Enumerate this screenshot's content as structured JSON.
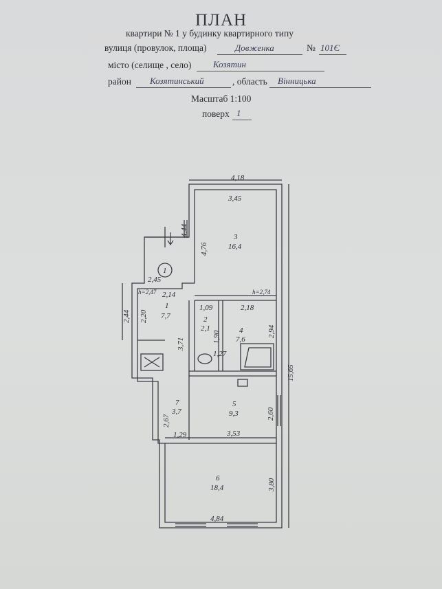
{
  "header": {
    "title": "ПЛАН",
    "line1": "квартири № 1 у будинку квартирного типу",
    "street_label": "вулиця (провулок, площа)",
    "street_value": "Довженка",
    "number_label": "№",
    "number_value": "101Є",
    "city_label": "місто (селище , село)",
    "city_value": "Козятин",
    "district_label": "район",
    "district_value": "Козятинський",
    "region_label": ", область",
    "region_value": "Вінницька",
    "scale": "Масштаб 1:100",
    "floor_label": "поверх",
    "floor_value": "1"
  },
  "plan": {
    "dims": {
      "top_width": "4,18",
      "room3_width": "3,45",
      "room3_height": "4,76",
      "porch": "4,44",
      "entry_width": "2,45",
      "room1_width": "2,14",
      "h1": "h=2,47",
      "h2": "h=2,74",
      "left_height": "2,44",
      "room1_height": "2,20",
      "room2_width": "1,09",
      "room4_width": "2,18",
      "room4_height": "2,94",
      "room2_height": "1,90",
      "corridor": "3,71",
      "wc": "1,27",
      "total": "15,65",
      "room5_height": "2,60",
      "room7_height": "2,67",
      "room7_width": "1,29",
      "room5_width": "3,53",
      "room6_height": "3,80",
      "room6_width": "4,84",
      "entry_marker": "1"
    },
    "rooms": [
      {
        "id": "1",
        "area": "7,7"
      },
      {
        "id": "2",
        "area": "2,1"
      },
      {
        "id": "3",
        "area": "16,4"
      },
      {
        "id": "4",
        "area": "7,6"
      },
      {
        "id": "5",
        "area": "9,3"
      },
      {
        "id": "6",
        "area": "18,4"
      },
      {
        "id": "7",
        "area": "3,7"
      }
    ]
  }
}
